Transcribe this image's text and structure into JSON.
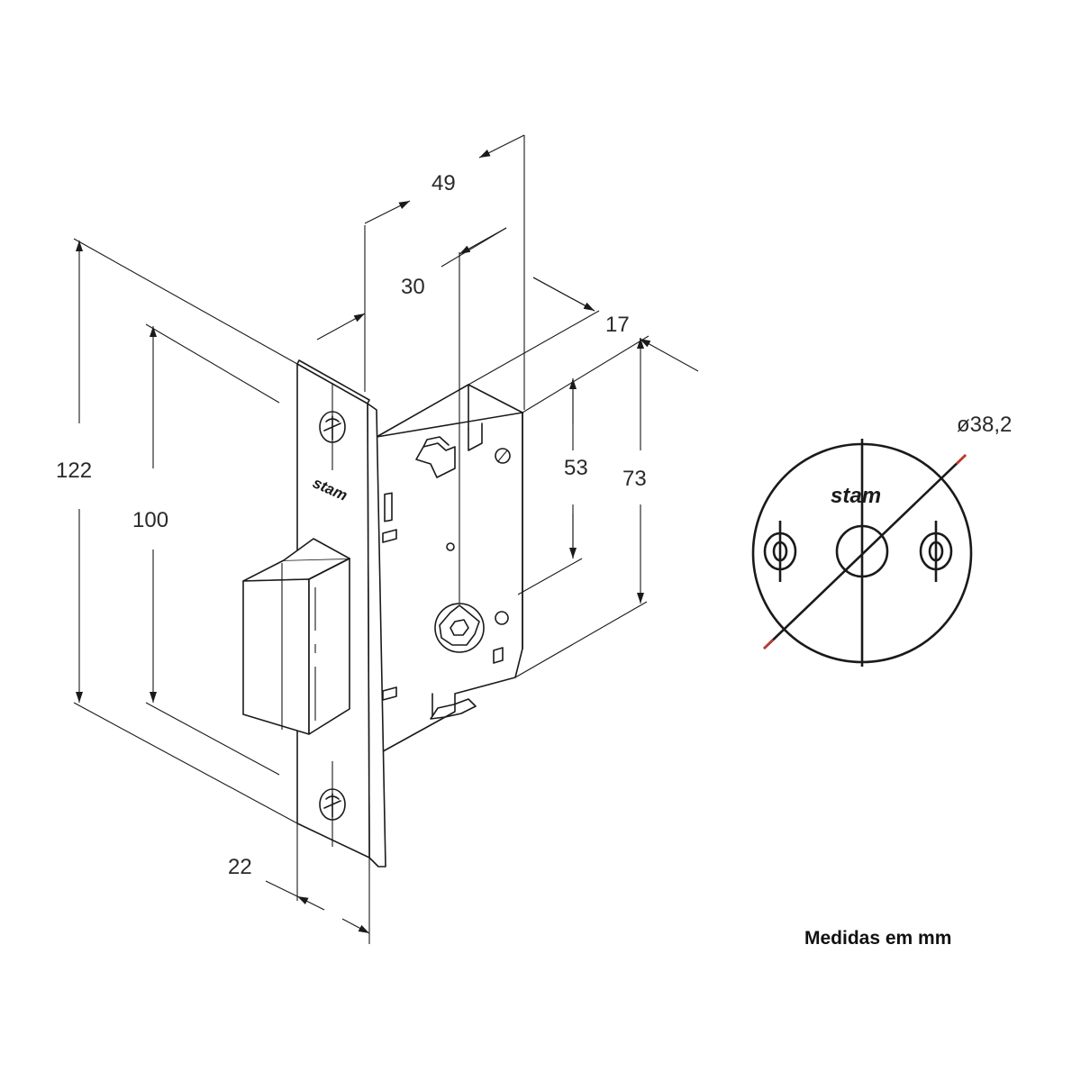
{
  "dimensions": {
    "d49": "49",
    "d30": "30",
    "d17": "17",
    "d53": "53",
    "d73": "73",
    "d122": "122",
    "d100": "100",
    "d22": "22",
    "diameter": "ø38,2"
  },
  "brand": "stam",
  "note": "Medidas em mm",
  "colors": {
    "line": "#1a1a1a",
    "accent": "#c0392b"
  }
}
